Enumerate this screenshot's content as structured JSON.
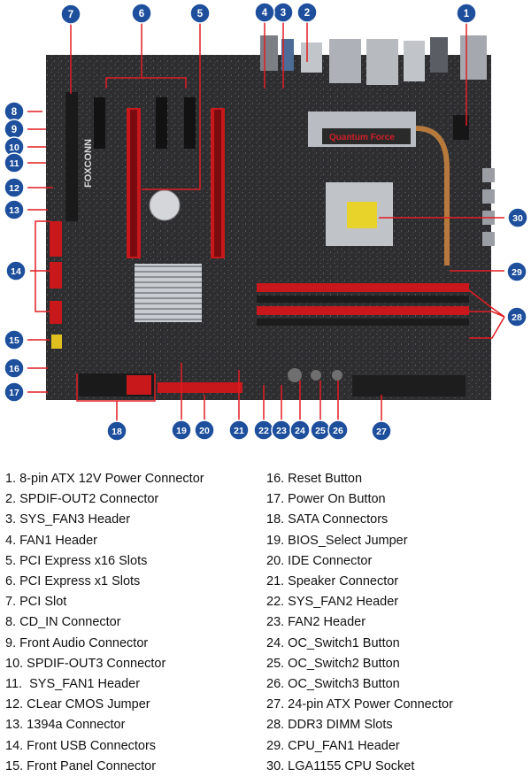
{
  "board": {
    "brand_label": "FOXCONN",
    "heatsink_label": "Quantum Force"
  },
  "callouts": [
    {
      "num": "1"
    },
    {
      "num": "2"
    },
    {
      "num": "3"
    },
    {
      "num": "4"
    },
    {
      "num": "5"
    },
    {
      "num": "6"
    },
    {
      "num": "7"
    },
    {
      "num": "8"
    },
    {
      "num": "9"
    },
    {
      "num": "10"
    },
    {
      "num": "11"
    },
    {
      "num": "12"
    },
    {
      "num": "13"
    },
    {
      "num": "14"
    },
    {
      "num": "15"
    },
    {
      "num": "16"
    },
    {
      "num": "17"
    },
    {
      "num": "18"
    },
    {
      "num": "19"
    },
    {
      "num": "20"
    },
    {
      "num": "21"
    },
    {
      "num": "22"
    },
    {
      "num": "23"
    },
    {
      "num": "24"
    },
    {
      "num": "25"
    },
    {
      "num": "26"
    },
    {
      "num": "27"
    },
    {
      "num": "28"
    },
    {
      "num": "29"
    },
    {
      "num": "30"
    }
  ],
  "legend_left": [
    "1. 8-pin ATX 12V Power Connector",
    "2. SPDIF-OUT2 Connector",
    "3. SYS_FAN3 Header",
    "4. FAN1 Header",
    "5. PCI Express x16 Slots",
    "6. PCI Express x1 Slots",
    "7. PCI Slot",
    "8. CD_IN Connector",
    "9. Front Audio Connector",
    "10. SPDIF-OUT3 Connector",
    "11.  SYS_FAN1 Header",
    "12. CLear CMOS Jumper",
    "13. 1394a Connector",
    "14. Front USB Connectors",
    "15. Front Panel Connector"
  ],
  "legend_right": [
    "16. Reset Button",
    "17. Power On Button",
    "18. SATA Connectors",
    "19. BIOS_Select Jumper",
    "20. IDE Connector",
    "21. Speaker Connector",
    "22. SYS_FAN2 Header",
    "23. FAN2 Header",
    "24. OC_Switch1 Button",
    "25. OC_Switch2 Button",
    "26. OC_Switch3 Button",
    "27. 24-pin ATX Power Connector",
    "28. DDR3 DIMM Slots",
    "29. CPU_FAN1 Header",
    "30. LGA1155 CPU Socket"
  ],
  "colors": {
    "board": "#2e2e30",
    "board_dark": "#1c1c1e",
    "accent_red": "#c8181c",
    "callout_blue": "#1d4f9c",
    "callout_border": "#ffffff",
    "socket_yellow": "#e8d32a",
    "heatsink_silver": "#b9bcc2"
  }
}
